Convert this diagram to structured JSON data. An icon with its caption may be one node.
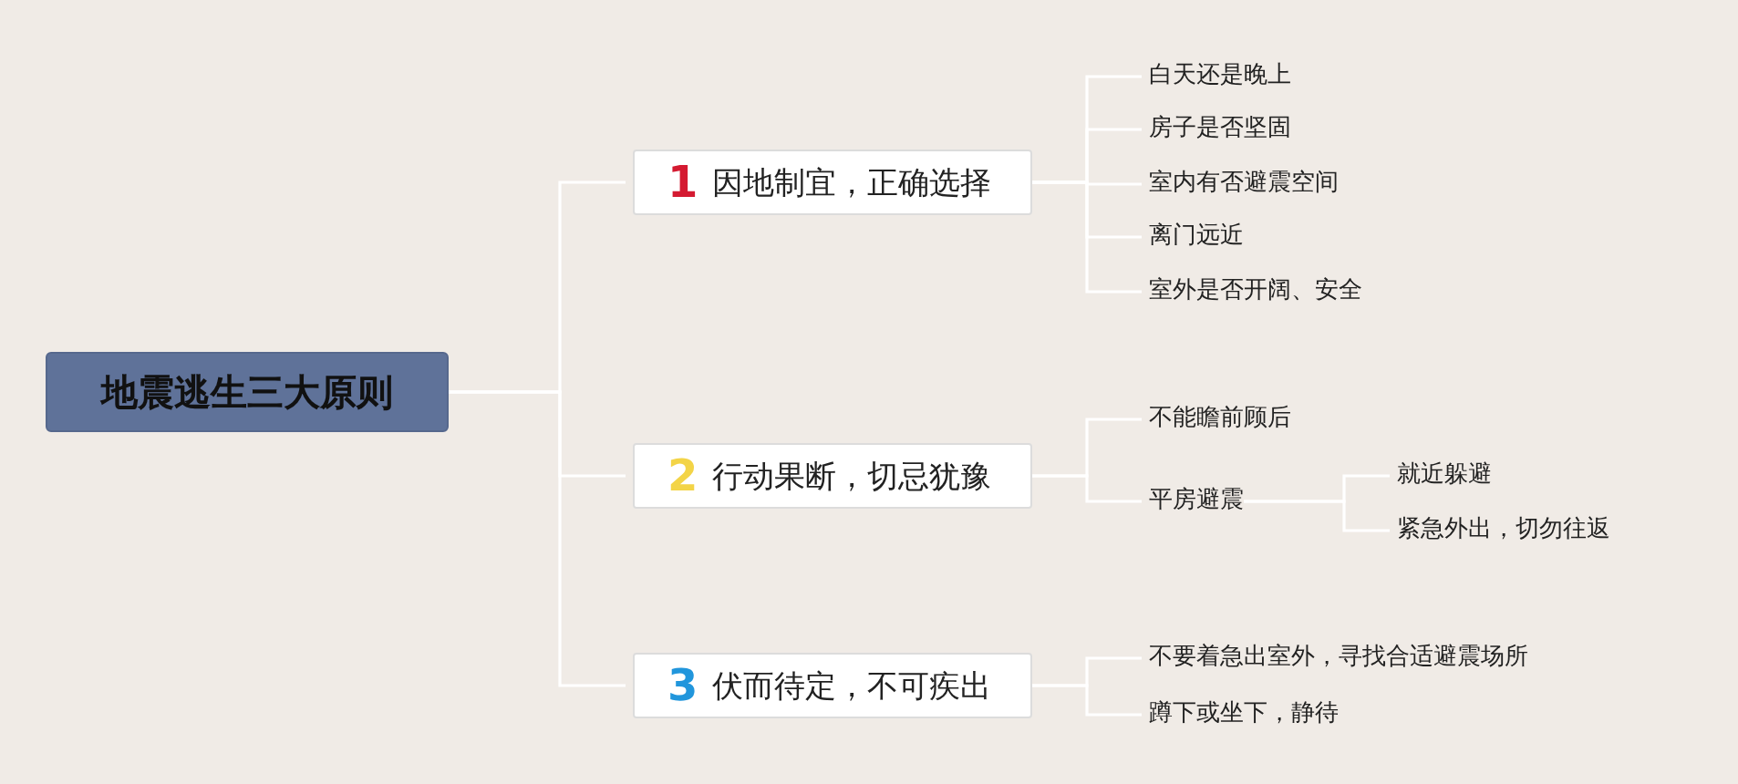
{
  "diagram": {
    "nodes": [
      {
        "text": [
          "地震逃生三大原则"
        ]
      },
      {
        "text": [
          "1",
          "因地制宜，正确选择"
        ]
      },
      {
        "text": [
          "白天还是晚上"
        ]
      },
      {
        "text": [
          "房子是否坚固"
        ]
      },
      {
        "text": [
          "室内有否避震空间"
        ]
      },
      {
        "text": [
          "离门远近"
        ]
      },
      {
        "text": [
          "室外是否开阔、安全"
        ]
      },
      {
        "text": [
          "2",
          "行动果断，切忌犹豫"
        ]
      },
      {
        "text": [
          "不能瞻前顾后"
        ]
      },
      {
        "text": [
          "平房避震"
        ]
      },
      {
        "text": [
          "就近躲避"
        ]
      },
      {
        "text": [
          "紧急外出，切勿往返"
        ]
      },
      {
        "text": [
          "3",
          "伏而待定，不可疾出"
        ]
      },
      {
        "text": [
          "不要着急出室外，寻找合适避震场所"
        ]
      },
      {
        "text": [
          "蹲下或坐下，静待"
        ]
      }
    ],
    "edges": [
      {
        "from": 0,
        "to": 1,
        "arrow": "none"
      },
      {
        "from": 0,
        "to": 7,
        "arrow": "none"
      },
      {
        "from": 0,
        "to": 12,
        "arrow": "none"
      },
      {
        "from": 1,
        "to": 2,
        "arrow": "none"
      },
      {
        "from": 1,
        "to": 3,
        "arrow": "none"
      },
      {
        "from": 1,
        "to": 4,
        "arrow": "none"
      },
      {
        "from": 1,
        "to": 5,
        "arrow": "none"
      },
      {
        "from": 1,
        "to": 6,
        "arrow": "none"
      },
      {
        "from": 7,
        "to": 8,
        "arrow": "none"
      },
      {
        "from": 7,
        "to": 9,
        "arrow": "none"
      },
      {
        "from": 9,
        "to": 10,
        "arrow": "none"
      },
      {
        "from": 9,
        "to": 11,
        "arrow": "none"
      },
      {
        "from": 12,
        "to": 13,
        "arrow": "none"
      },
      {
        "from": 12,
        "to": 14,
        "arrow": "none"
      }
    ]
  }
}
